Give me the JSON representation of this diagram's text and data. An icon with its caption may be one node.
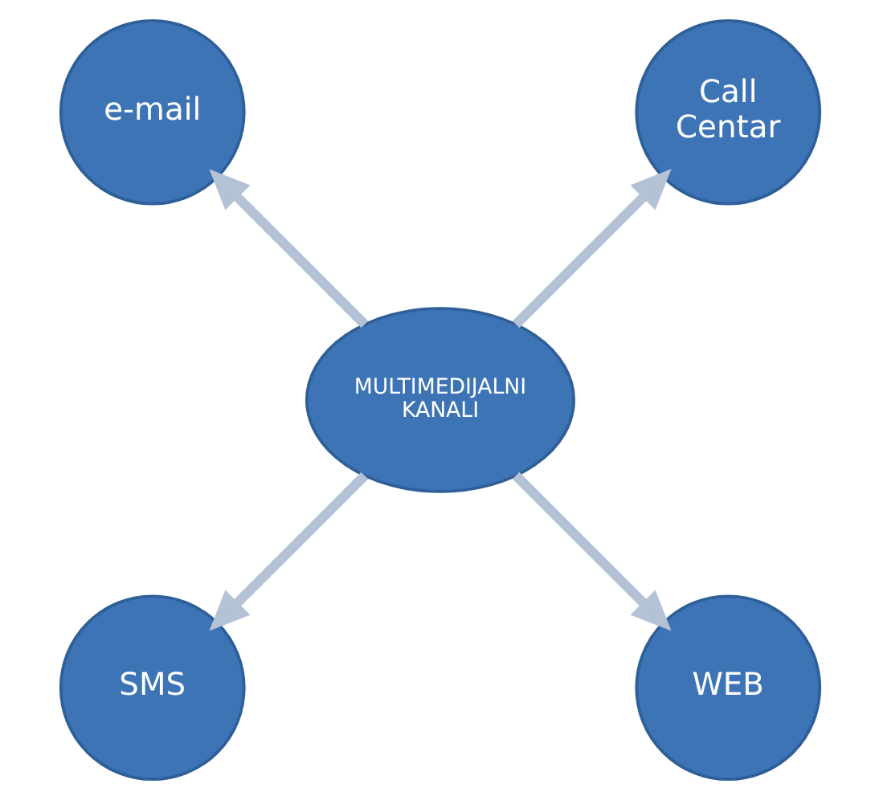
{
  "diagram": {
    "nodes": [
      {
        "text": [
          "MULTIMEDIJALNI KANALI"
        ]
      },
      {
        "text": [
          "Call Centar"
        ]
      },
      {
        "text": [
          "e-mail"
        ]
      },
      {
        "text": [
          "SMS"
        ]
      },
      {
        "text": [
          "WEB"
        ]
      }
    ],
    "edges": [
      {
        "from": 0,
        "to": 1,
        "arrow": "to"
      },
      {
        "from": 0,
        "to": 2,
        "arrow": "to"
      },
      {
        "from": 0,
        "to": 3,
        "arrow": "to"
      },
      {
        "from": 0,
        "to": 4,
        "arrow": "to"
      }
    ]
  }
}
